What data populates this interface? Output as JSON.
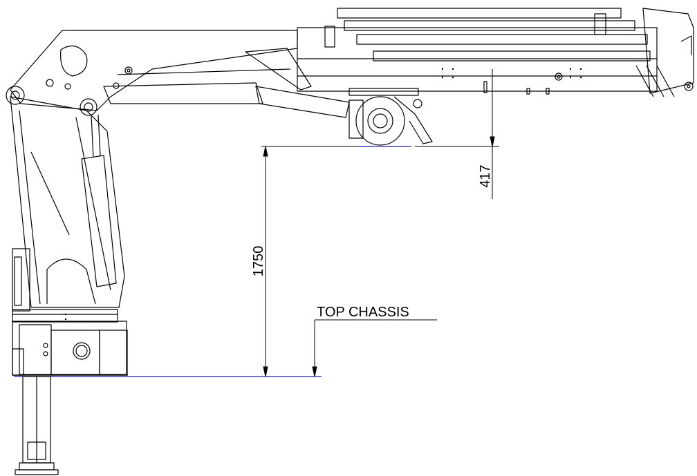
{
  "dimensions": {
    "boom_clearance": "417",
    "column_height": "1750"
  },
  "labels": {
    "top_chassis": "TOP CHASSIS"
  },
  "colors": {
    "line": "#000000",
    "reference_line": "#1a1aa6",
    "background": "#ffffff"
  }
}
